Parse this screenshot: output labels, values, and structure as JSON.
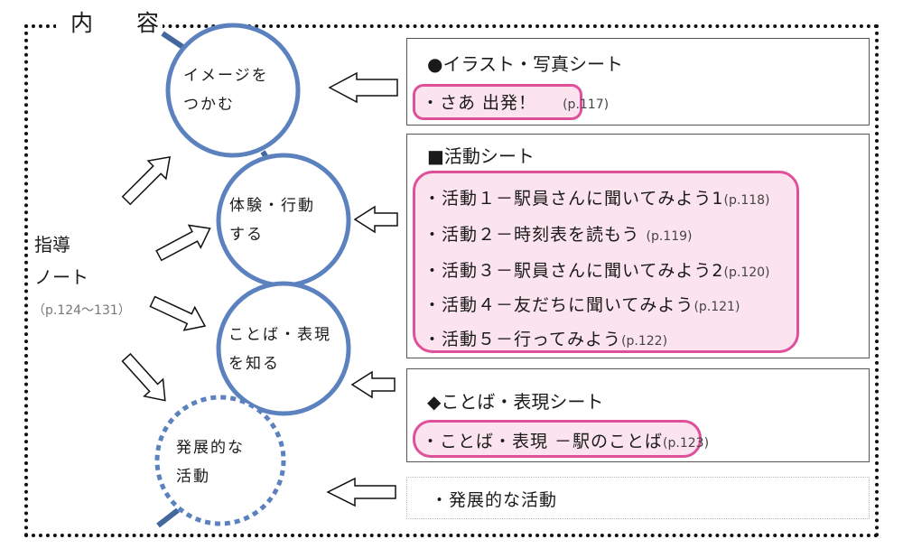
{
  "title": "内 容",
  "colors": {
    "circle_stroke": "#5b82bf",
    "connector": "#44679e",
    "highlight_border": "#e0509a",
    "highlight_fill": "#fce4ef"
  },
  "guide": {
    "label_line1": "指導",
    "label_line2": "ノート",
    "pages": "（p.124〜131）"
  },
  "circles": [
    {
      "line1": "イメージを",
      "line2": "つかむ",
      "style": "solid"
    },
    {
      "line1": "体験・行動",
      "line2": "する",
      "style": "solid"
    },
    {
      "line1": "ことば・表現",
      "line2": "を知る",
      "style": "solid"
    },
    {
      "line1": "発展的な",
      "line2": "活動",
      "style": "dashed"
    }
  ],
  "boxes": {
    "illustration": {
      "heading": "●イラスト・写真シート",
      "items": [
        {
          "text": "・さあ 出発！",
          "page": "(p.117)"
        }
      ]
    },
    "activity": {
      "heading": "■活動シート",
      "items": [
        {
          "text": "・活動１－駅員さんに聞いてみよう1",
          "page": "(p.118)"
        },
        {
          "text": "・活動２－時刻表を読もう ",
          "page": "(p.119)"
        },
        {
          "text": "・活動３－駅員さんに聞いてみよう2",
          "page": "(p.120)"
        },
        {
          "text": "・活動４－友だちに聞いてみよう",
          "page": "(p.121)"
        },
        {
          "text": "・活動５－行ってみよう",
          "page": "(p.122)"
        }
      ]
    },
    "expression": {
      "heading": "◆ことば・表現シート",
      "items": [
        {
          "text": "・ことば・表現 －駅のことば",
          "page": "(p.123)"
        }
      ]
    },
    "development": {
      "items": [
        {
          "text": "・発展的な活動"
        }
      ]
    }
  },
  "icons": {
    "arrow_left": "hollow-left-arrow",
    "arrow_diagonal": "hollow-diagonal-arrow"
  }
}
